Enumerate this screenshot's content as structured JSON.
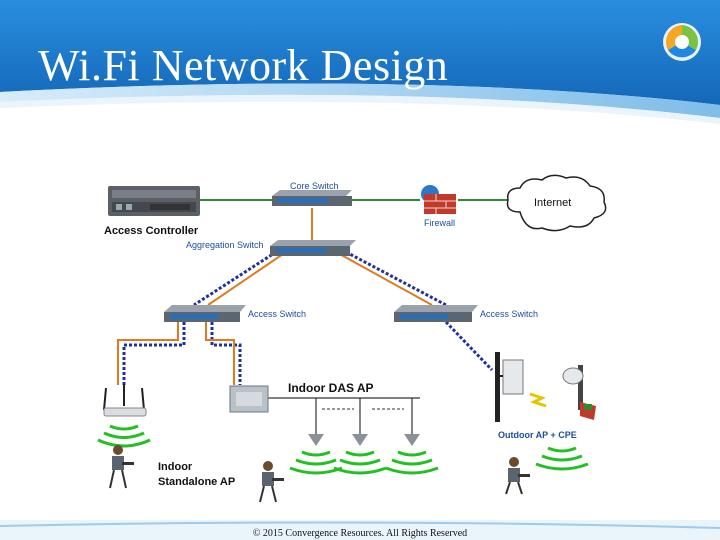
{
  "slide": {
    "title": "Wi.Fi Network Design",
    "footer": "© 2015 Convergence Resources. All Rights Reserved"
  },
  "colors": {
    "header_blue": "#1e7fd0",
    "header_light": "#bfe0f6",
    "orange_link": "#e07a1e",
    "blue_link": "#2030a0",
    "green_link": "#2e8b2e",
    "wifi_green": "#22c022"
  },
  "diagram": {
    "core_switch": "Core Switch",
    "access_controller": "Access Controller",
    "aggregation_switch": "Aggregation Switch",
    "firewall": "Firewall",
    "internet": "Internet",
    "access_switch_left": "Access Switch",
    "access_switch_right": "Access Switch",
    "indoor_das_ap": "Indoor DAS AP",
    "indoor_standalone_line1": "Indoor",
    "indoor_standalone_line2": "Standalone AP",
    "outdoor_ap_cpe": "Outdoor AP + CPE"
  },
  "icons": {
    "logo": "convergence-logo-icon",
    "firewall": "firewall-brick-icon",
    "cloud": "cloud-icon",
    "user": "user-laptop-icon",
    "wifi": "wifi-signal-icon",
    "antenna": "ceiling-antenna-icon"
  }
}
